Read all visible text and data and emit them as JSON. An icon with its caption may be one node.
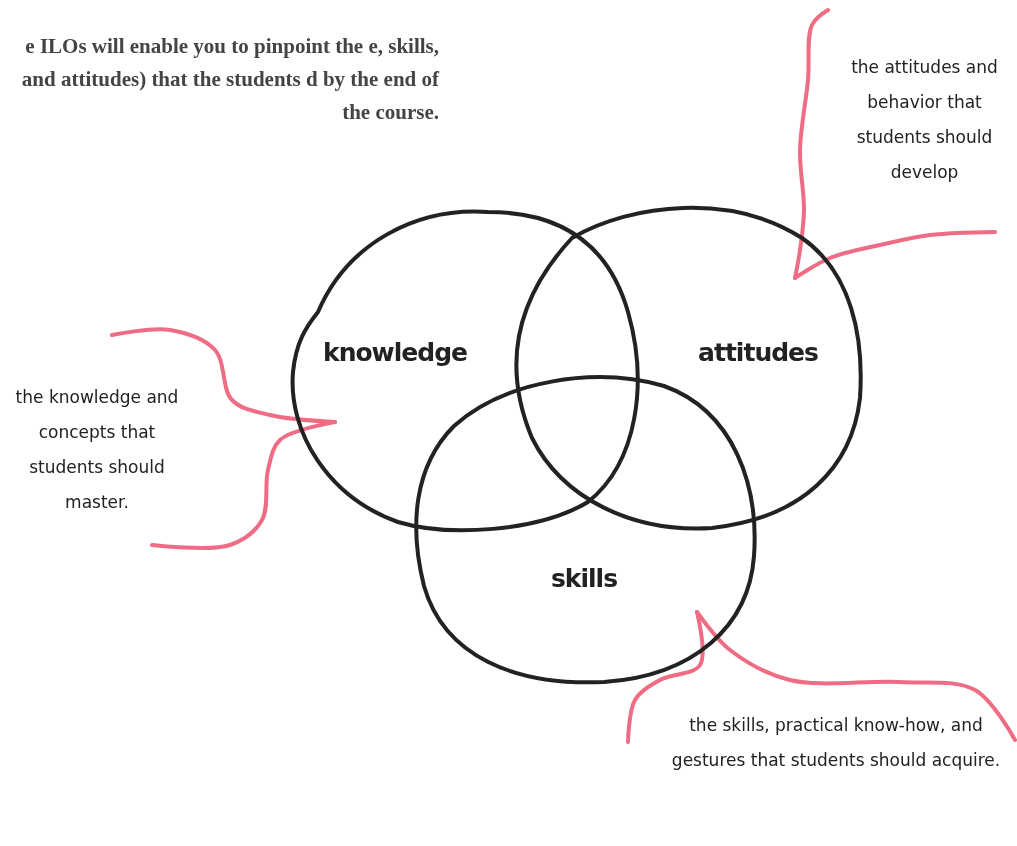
{
  "diagram": {
    "nodes": [
      {
        "text": [
          "knowledge"
        ]
      },
      {
        "text": [
          "attitudes"
        ]
      },
      {
        "text": [
          "skills"
        ]
      },
      {
        "text": [
          "the knowledge and concepts that students should master."
        ]
      },
      {
        "text": [
          "the attitudes and behavior that students should develop"
        ]
      },
      {
        "text": [
          "the skills, practical know-how, and gestures that students should acquire."
        ]
      }
    ],
    "edges": [
      {
        "from": 3,
        "to": 0,
        "arrow": "none"
      },
      {
        "from": 4,
        "to": 1,
        "arrow": "none"
      },
      {
        "from": 5,
        "to": 2,
        "arrow": "none"
      }
    ],
    "labels": [
      "e ILOs will enable you to pinpoint the e, skills, and attitudes) that the students d by the end of the course."
    ]
  }
}
